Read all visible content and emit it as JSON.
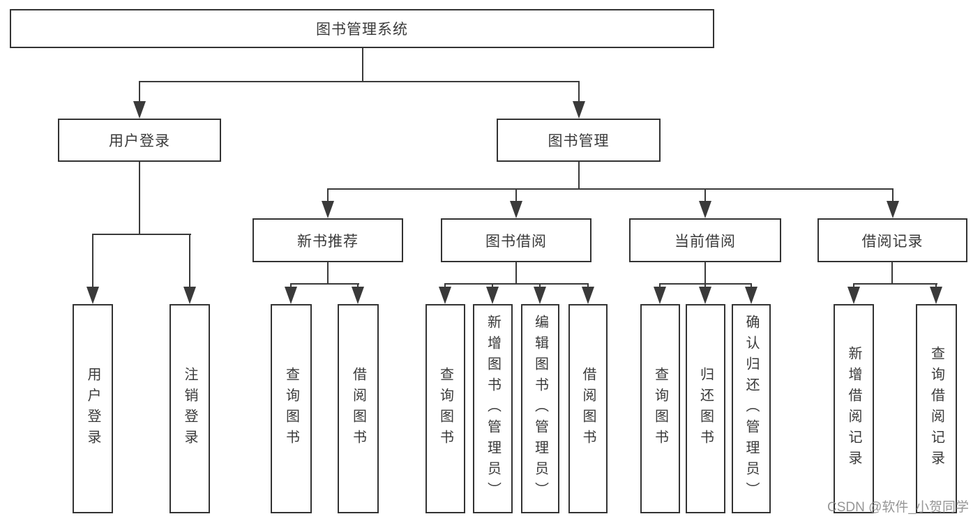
{
  "tree": {
    "label": "图书管理系统",
    "children": [
      {
        "label": "用户登录",
        "children": [
          {
            "label": "用户登录"
          },
          {
            "label": "注销登录"
          }
        ]
      },
      {
        "label": "图书管理",
        "children": [
          {
            "label": "新书推荐",
            "children": [
              {
                "label": "查询图书"
              },
              {
                "label": "借阅图书"
              }
            ]
          },
          {
            "label": "图书借阅",
            "children": [
              {
                "label": "查询图书"
              },
              {
                "label": "新增图书（管理员）"
              },
              {
                "label": "编辑图书（管理员）"
              },
              {
                "label": "借阅图书"
              }
            ]
          },
          {
            "label": "当前借阅",
            "children": [
              {
                "label": "查询图书"
              },
              {
                "label": "归还图书"
              },
              {
                "label": "确认归还（管理员）"
              }
            ]
          },
          {
            "label": "借阅记录",
            "children": [
              {
                "label": "新增借阅记录"
              },
              {
                "label": "查询借阅记录"
              }
            ]
          }
        ]
      }
    ]
  },
  "watermark": {
    "text": "CSDN @软件_小贺同学"
  },
  "colors": {
    "line": "#3a3a3a",
    "box_border": "#333333",
    "box_fill": "#ffffff",
    "text": "#3a3a3a",
    "background": "#ffffff",
    "watermark": "#8e8e8e"
  }
}
